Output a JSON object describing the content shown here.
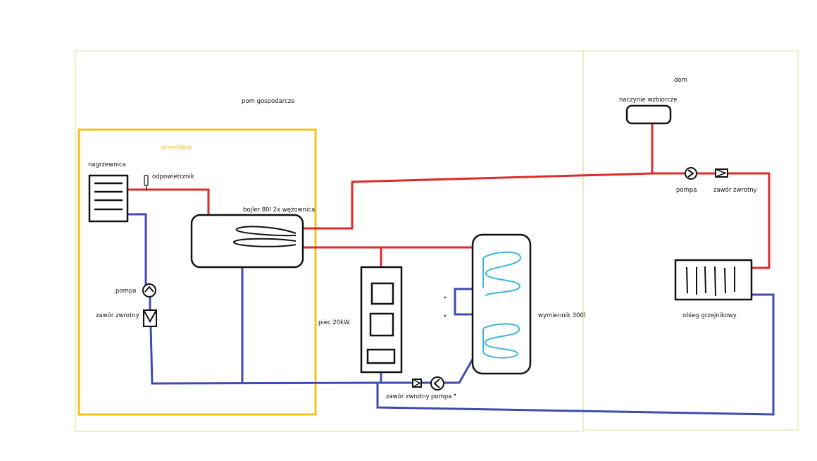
{
  "colors": {
    "supply": "#dd2a2a",
    "return": "#3f4bb0",
    "outline": "#111111",
    "frame": "#dfe4a6",
    "rework": "#f3c21d",
    "coil": "#3fb6d8"
  },
  "areas": {
    "outbuilding": "pom gospodarcze",
    "house": "dom",
    "rework": "przeróbka"
  },
  "components": {
    "heater": "nagrzewnica",
    "air_vent": "odpowietrznik",
    "boiler": "bojler 80l 2x wężownica",
    "pump_left": "pompa",
    "check_valve_left": "zawór zwrotny",
    "furnace": "piec 20kW",
    "exchanger": "wymiennik 300l",
    "check_valve_bottom": "zawór zwrotny",
    "pump_bottom": "pompa",
    "expansion_tank": "naczynie wzbiorcze",
    "pump_house": "pompa",
    "check_valve_house": "zawór zwrotny",
    "radiator_circuit": "obieg grzejnikowy"
  }
}
